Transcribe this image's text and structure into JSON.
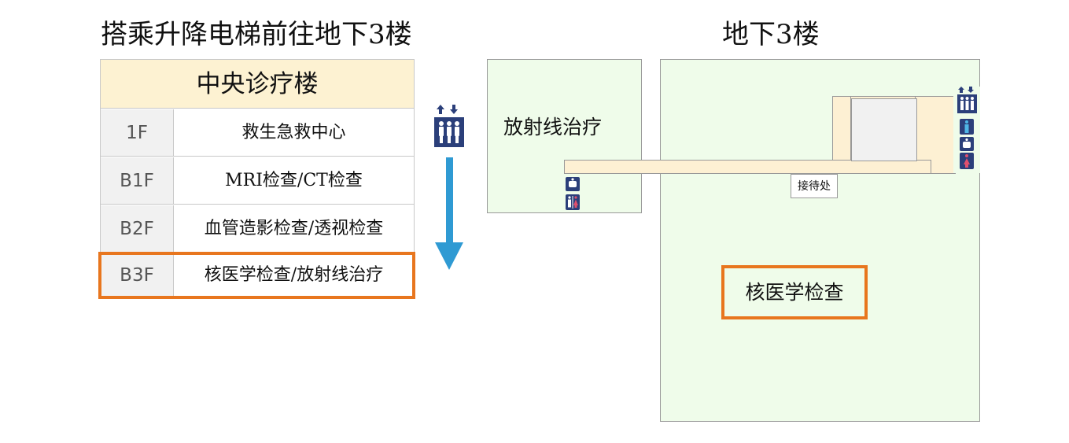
{
  "route_title": "搭乘升降电梯前往地下3楼",
  "map_title": "地下3楼",
  "building": {
    "name": "中央诊疗楼",
    "floors": [
      {
        "floor": "1F",
        "department": "救生急救中心"
      },
      {
        "floor": "B1F",
        "department": "MRI检查/CT检查"
      },
      {
        "floor": "B2F",
        "department": "血管造影检查/透视检查"
      },
      {
        "floor": "B3F",
        "department": "核医学检查/放射线治疗"
      }
    ]
  },
  "map": {
    "radiotherapy_label": "放射线治疗",
    "reception_label": "接待处",
    "exam_label": "核医学检查"
  },
  "colors": {
    "highlight": "#e8761e",
    "arrow": "#2f9ad3",
    "header_bg": "#fdf2d2",
    "map_bg": "#effcea",
    "corridor": "#fdf0d3",
    "icon_navy": "#2b3f7a"
  },
  "icons": [
    "elevator-icon",
    "down-arrow-icon",
    "restroom-icon",
    "multipurpose-restroom-icon",
    "mens-restroom-icon",
    "womens-restroom-icon"
  ]
}
